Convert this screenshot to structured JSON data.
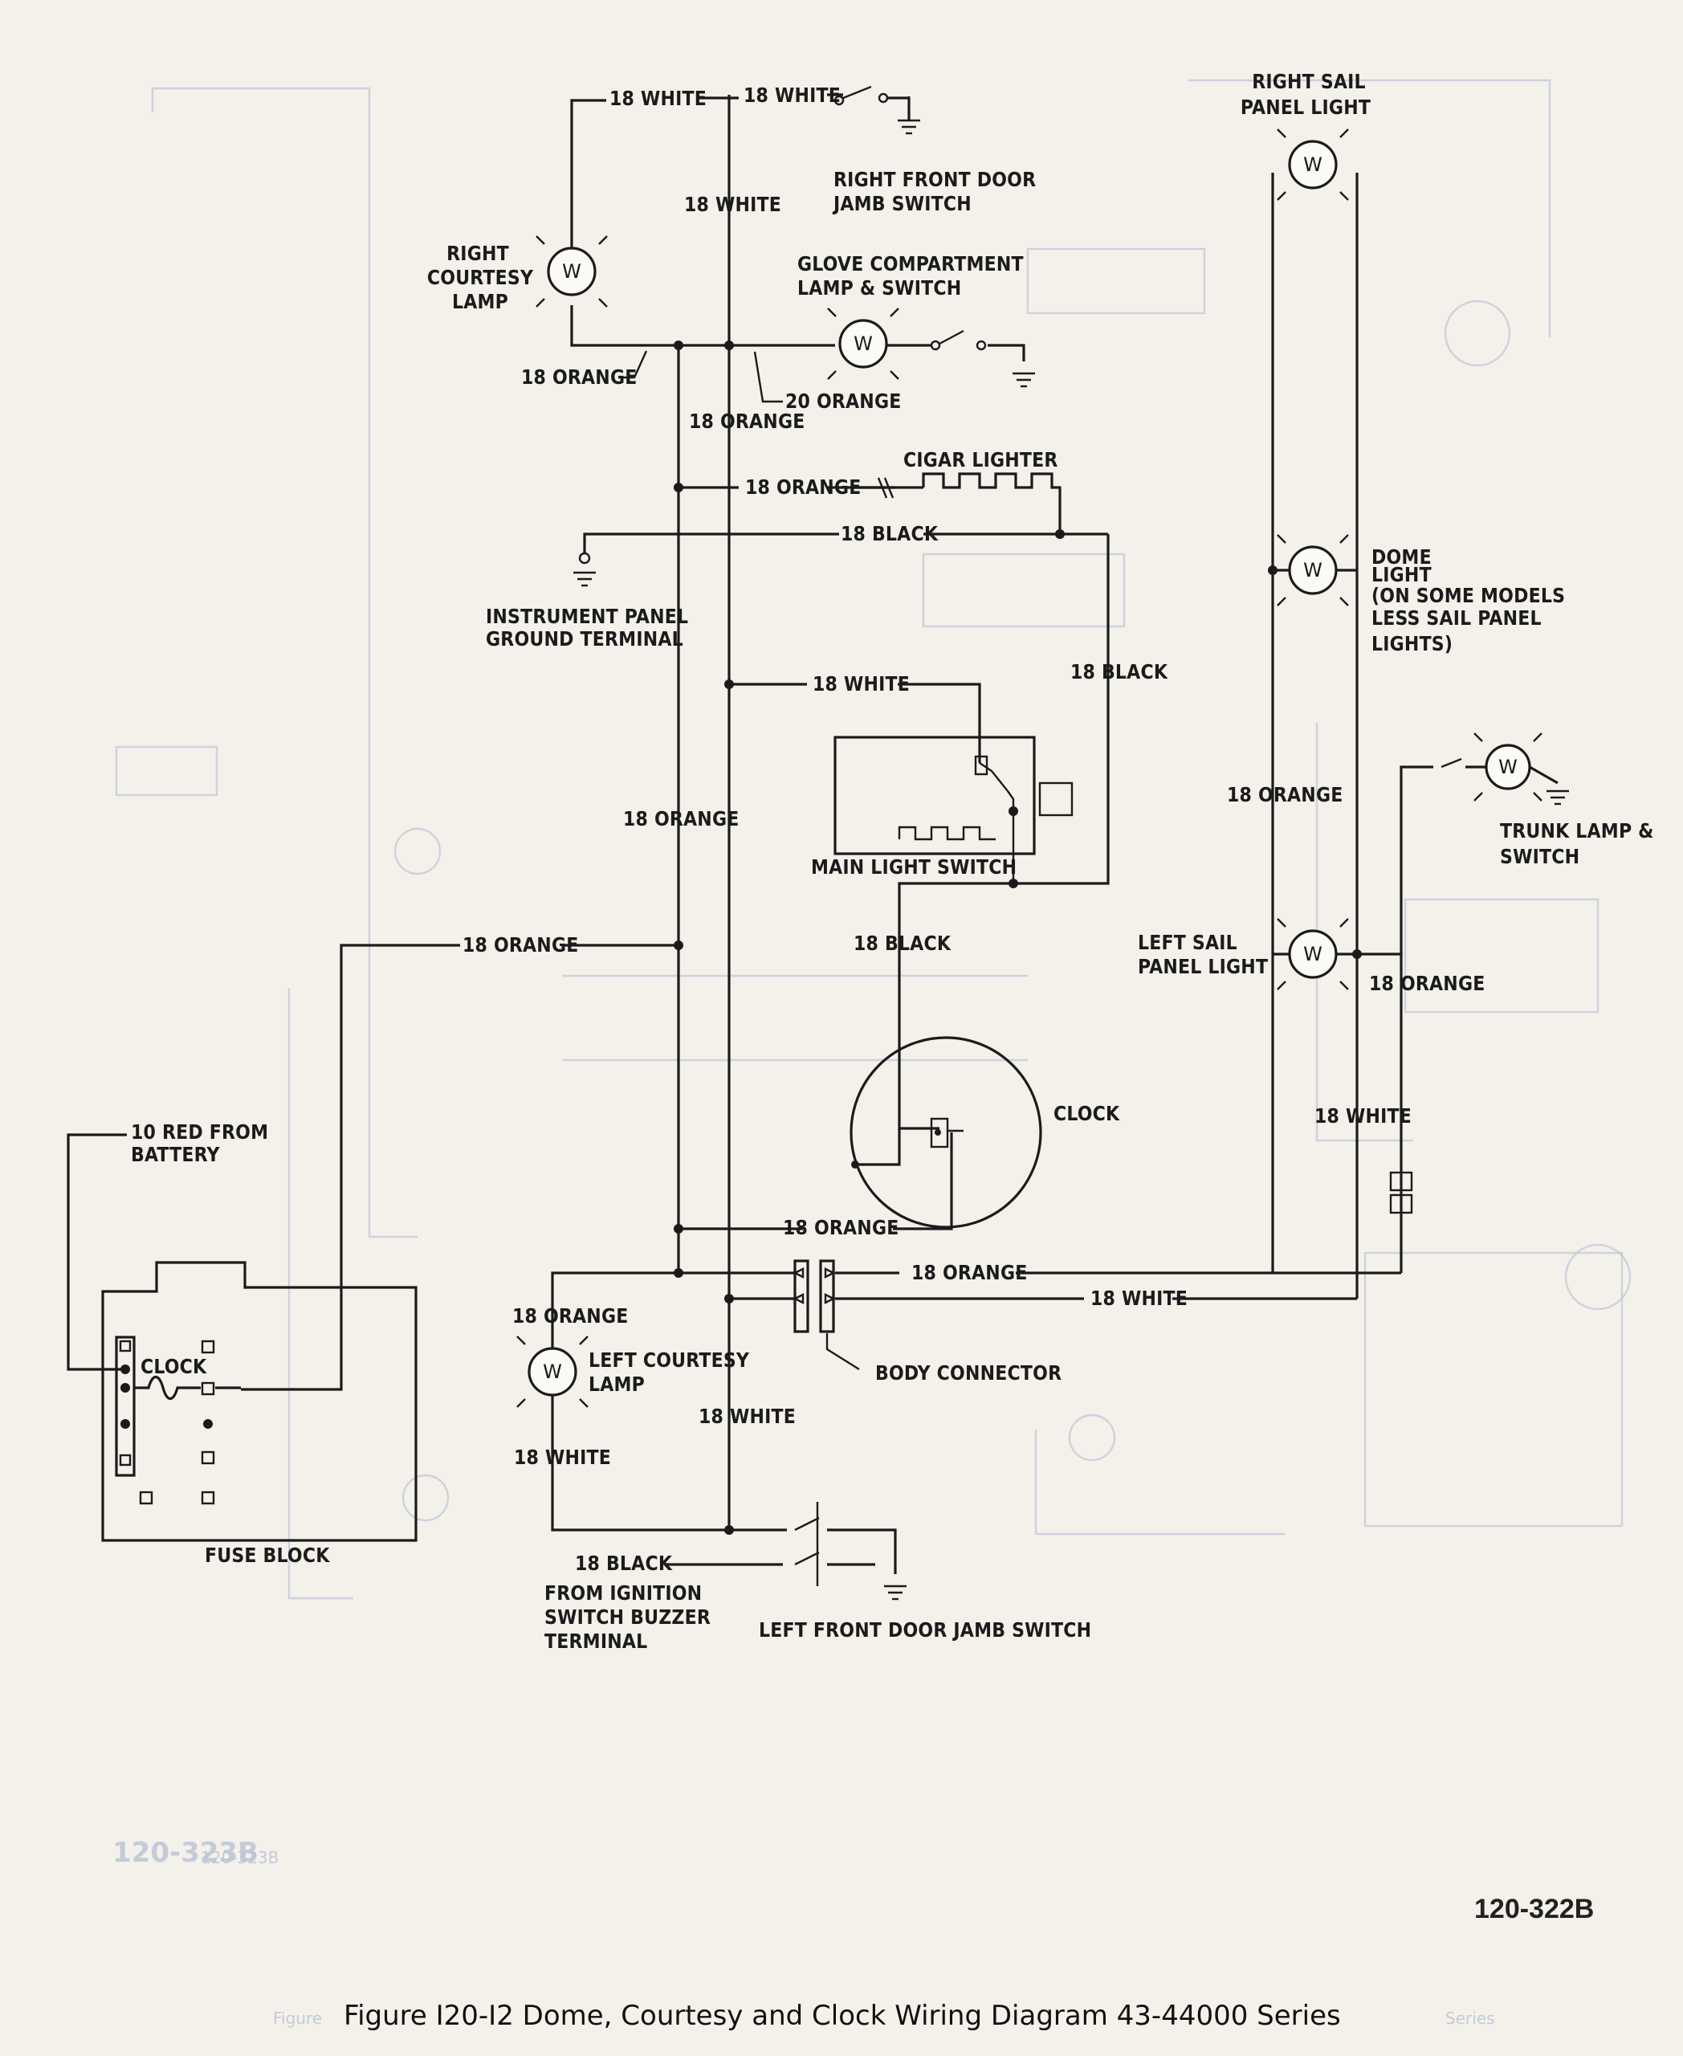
{
  "figure": {
    "caption": "Figure I20-I2 Dome, Courtesy and Clock Wiring Diagram 43-44000 Series",
    "reference_number": "120-322B",
    "bleed_through_reference": "120-323B"
  },
  "components": {
    "right_courtesy_lamp": [
      "RIGHT",
      "COURTESY",
      "LAMP"
    ],
    "right_front_door_jamb_switch": [
      "RIGHT FRONT DOOR",
      "JAMB SWITCH"
    ],
    "glove_compartment_lamp_switch": [
      "GLOVE COMPARTMENT",
      "LAMP & SWITCH"
    ],
    "cigar_lighter": "CIGAR LIGHTER",
    "instrument_panel_ground_terminal": [
      "INSTRUMENT PANEL",
      "GROUND TERMINAL"
    ],
    "main_light_switch": "MAIN LIGHT SWITCH",
    "clock": "CLOCK",
    "ten_red_from_battery": [
      "10 RED FROM",
      "BATTERY"
    ],
    "fuse_block": "FUSE BLOCK",
    "fuse_block_clock": "CLOCK",
    "left_courtesy_lamp": [
      "LEFT COURTESY",
      "LAMP"
    ],
    "body_connector": "BODY CONNECTOR",
    "from_ignition_switch_buzzer_terminal": [
      "FROM IGNITION",
      "SWITCH BUZZER",
      "TERMINAL"
    ],
    "left_front_door_jamb_switch": "LEFT FRONT DOOR JAMB SWITCH",
    "right_sail_panel_light": [
      "RIGHT SAIL",
      "PANEL LIGHT"
    ],
    "dome_light": [
      "DOME",
      "LIGHT",
      "(ON SOME MODELS",
      "LESS SAIL PANEL",
      "LIGHTS)"
    ],
    "trunk_lamp_switch": [
      "TRUNK LAMP &",
      "SWITCH"
    ],
    "left_sail_panel_light": [
      "LEFT SAIL",
      "PANEL LIGHT"
    ],
    "lamp_symbol": "W"
  },
  "wires": {
    "w18_white_a": "18 WHITE",
    "w18_white_b": "18 WHITE",
    "w18_white_vertical": "18 WHITE",
    "w18_orange_courtesy": "18 ORANGE",
    "w20_orange": "20 ORANGE",
    "w18_orange_upper": "18 ORANGE",
    "w18_orange_cigar": "18 ORANGE",
    "w18_black_cigar": "18 BLACK",
    "w18_white_switch": "18 WHITE",
    "w18_black_right": "18 BLACK",
    "w18_orange_mid": "18 ORANGE",
    "w18_orange_fuse": "18 ORANGE",
    "w18_black_clock": "18 BLACK",
    "w18_orange_clock": "18 ORANGE",
    "w18_orange_body": "18 ORANGE",
    "w18_white_body": "18 WHITE",
    "w18_orange_left_courtesy": "18 ORANGE",
    "w18_white_lower_mid": "18 WHITE",
    "w18_white_lower_left": "18 WHITE",
    "w18_black_ignition": "18 BLACK",
    "w18_orange_sail": "18 ORANGE",
    "w18_orange_trunk": "18 ORANGE",
    "w18_white_trunk": "18 WHITE"
  }
}
